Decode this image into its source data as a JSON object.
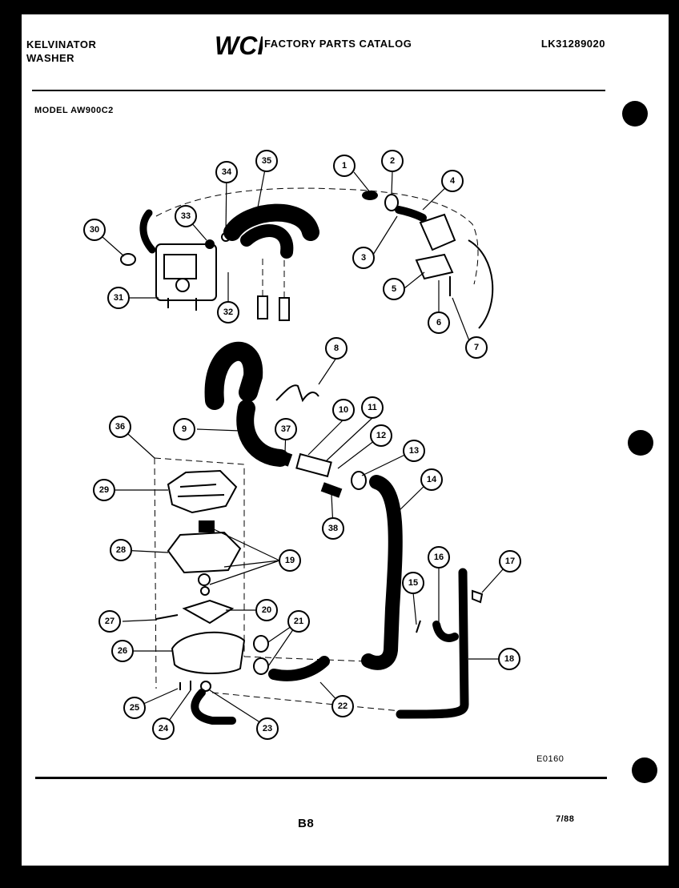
{
  "header": {
    "brand_line1": "KELVINATOR",
    "brand_line2": "WASHER",
    "logo_text": "WCI",
    "catalog_title": "FACTORY PARTS CATALOG",
    "catalog_code": "LK31289020",
    "model_label": "MODEL AW900C2"
  },
  "diagram": {
    "callouts": [
      "1",
      "2",
      "3",
      "4",
      "5",
      "6",
      "7",
      "8",
      "9",
      "10",
      "11",
      "12",
      "13",
      "14",
      "15",
      "16",
      "17",
      "18",
      "19",
      "20",
      "21",
      "22",
      "23",
      "24",
      "25",
      "26",
      "27",
      "28",
      "29",
      "30",
      "31",
      "32",
      "33",
      "34",
      "35",
      "36",
      "37",
      "38"
    ],
    "diagram_code": "E0160"
  },
  "footer": {
    "page_number": "B8",
    "date": "7/88"
  },
  "colors": {
    "ink": "#000000",
    "paper": "#ffffff",
    "background": "#000000"
  }
}
